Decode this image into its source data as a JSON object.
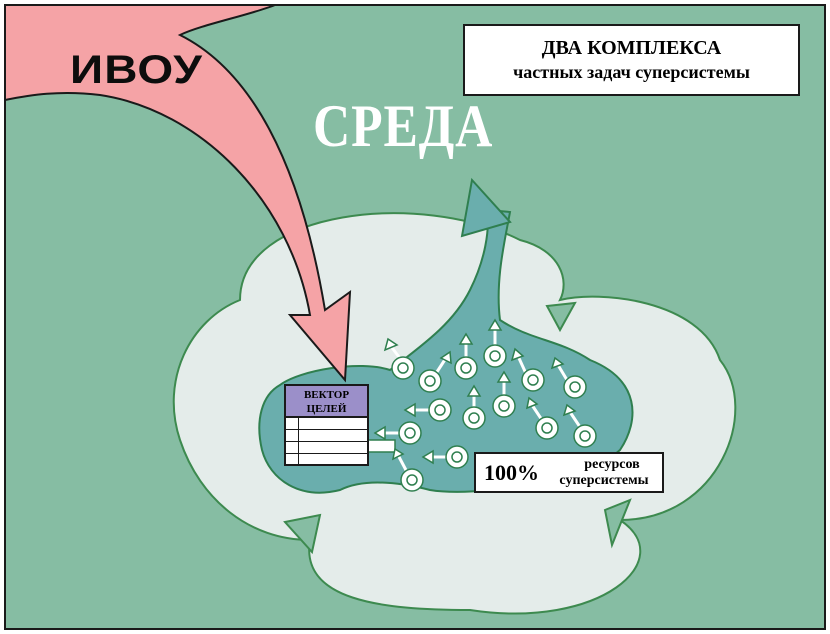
{
  "title": {
    "line1": "ДВА КОМПЛЕКСА",
    "line2": "частных задач суперсистемы"
  },
  "labels": {
    "ivou": "ИВОУ",
    "sreda": "СРЕДА"
  },
  "vector": {
    "line1": "ВЕКТОР",
    "line2": "ЦЕЛЕЙ"
  },
  "resources": {
    "percent": "100%",
    "line1": "ресурсов",
    "line2": "суперсистемы"
  },
  "colors": {
    "background": "#86bda3",
    "ivou_arrow": "#f5a3a6",
    "cloud": "#e4ecea",
    "blob": "#6aaead",
    "vector_header": "#9b8fc9"
  }
}
